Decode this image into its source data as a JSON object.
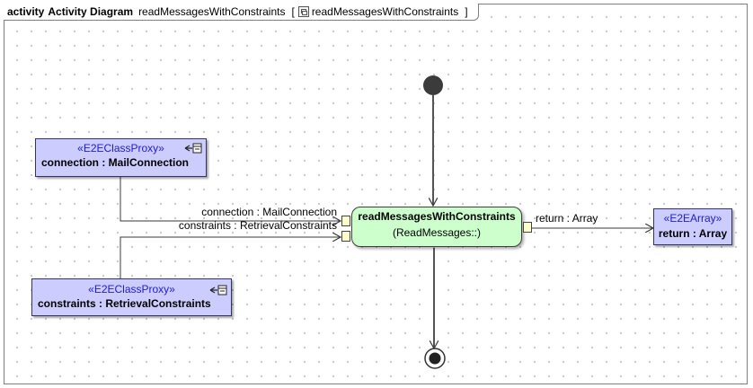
{
  "frame": {
    "keyword": "activity",
    "title": "Activity Diagram",
    "diagram_name": "readMessagesWithConstraints",
    "bracket_open": "[",
    "owner_name": "readMessagesWithConstraints",
    "bracket_close": "]",
    "owner_icon": "activity-diagram-icon"
  },
  "nodes": {
    "connection": {
      "stereotype": "«E2EClassProxy»",
      "label": "connection : MailConnection",
      "icon": "proxy-icon"
    },
    "constraints": {
      "stereotype": "«E2EClassProxy»",
      "label": "constraints : RetrievalConstraints",
      "icon": "proxy-icon"
    },
    "return": {
      "stereotype": "«E2EArray»",
      "label": "return : Array"
    }
  },
  "action": {
    "name": "readMessagesWithConstraints",
    "qualifier": "(ReadMessages::)"
  },
  "pins": {
    "connection_in": "connection : MailConnection",
    "constraints_in": "constraints : RetrievalConstraints",
    "return_out": "return : Array"
  },
  "colors": {
    "object_node_fill": "#ccccff",
    "action_fill": "#ccffcc",
    "pin_fill": "#ffffcc",
    "stereotype_text": "#2020c8"
  }
}
